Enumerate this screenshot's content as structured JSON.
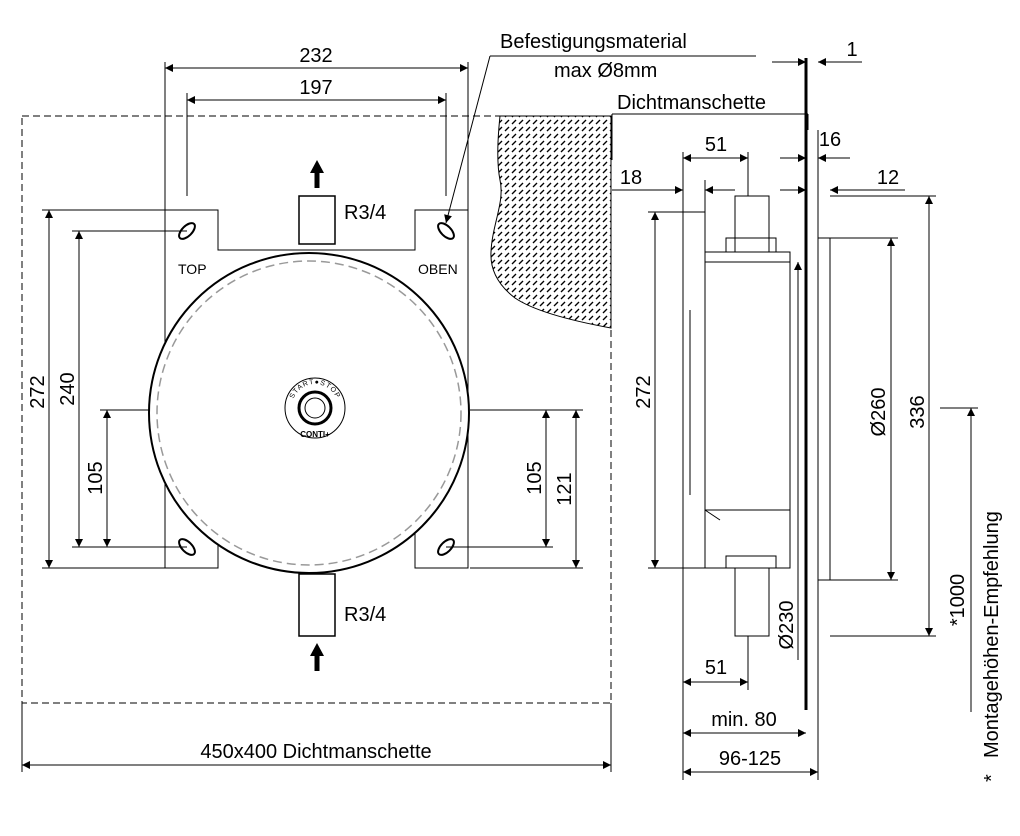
{
  "front_view": {
    "dims": {
      "outer_width": "232",
      "inner_width": "197",
      "outer_height": "272",
      "inner_height": "240",
      "left_small": "105",
      "right_small": "105",
      "right_outer": "121",
      "collar": "450x400  Dichtmanschette"
    },
    "pipe_top": "R3/4",
    "pipe_bottom": "R3/4",
    "label_top": "TOP",
    "label_oben": "OBEN",
    "button_ring": "START●STOP",
    "button_brand": "CONTI+"
  },
  "callouts": {
    "fixing_line1": "Befestigungsmaterial",
    "fixing_line2": "max Ø8mm",
    "seal": "Dichtmanschette"
  },
  "side_view": {
    "dims": {
      "wall": "1",
      "d16": "16",
      "d51_top": "51",
      "d18": "18",
      "d12": "12",
      "h272": "272",
      "dia260": "Ø260",
      "h336": "336",
      "dia230": "Ø230",
      "d51_bottom": "51",
      "min80": "min. 80",
      "range": "96-125",
      "height_1000": "*1000"
    },
    "note_star": "*",
    "note_text": "Montagehöhen-Empfehlung"
  }
}
